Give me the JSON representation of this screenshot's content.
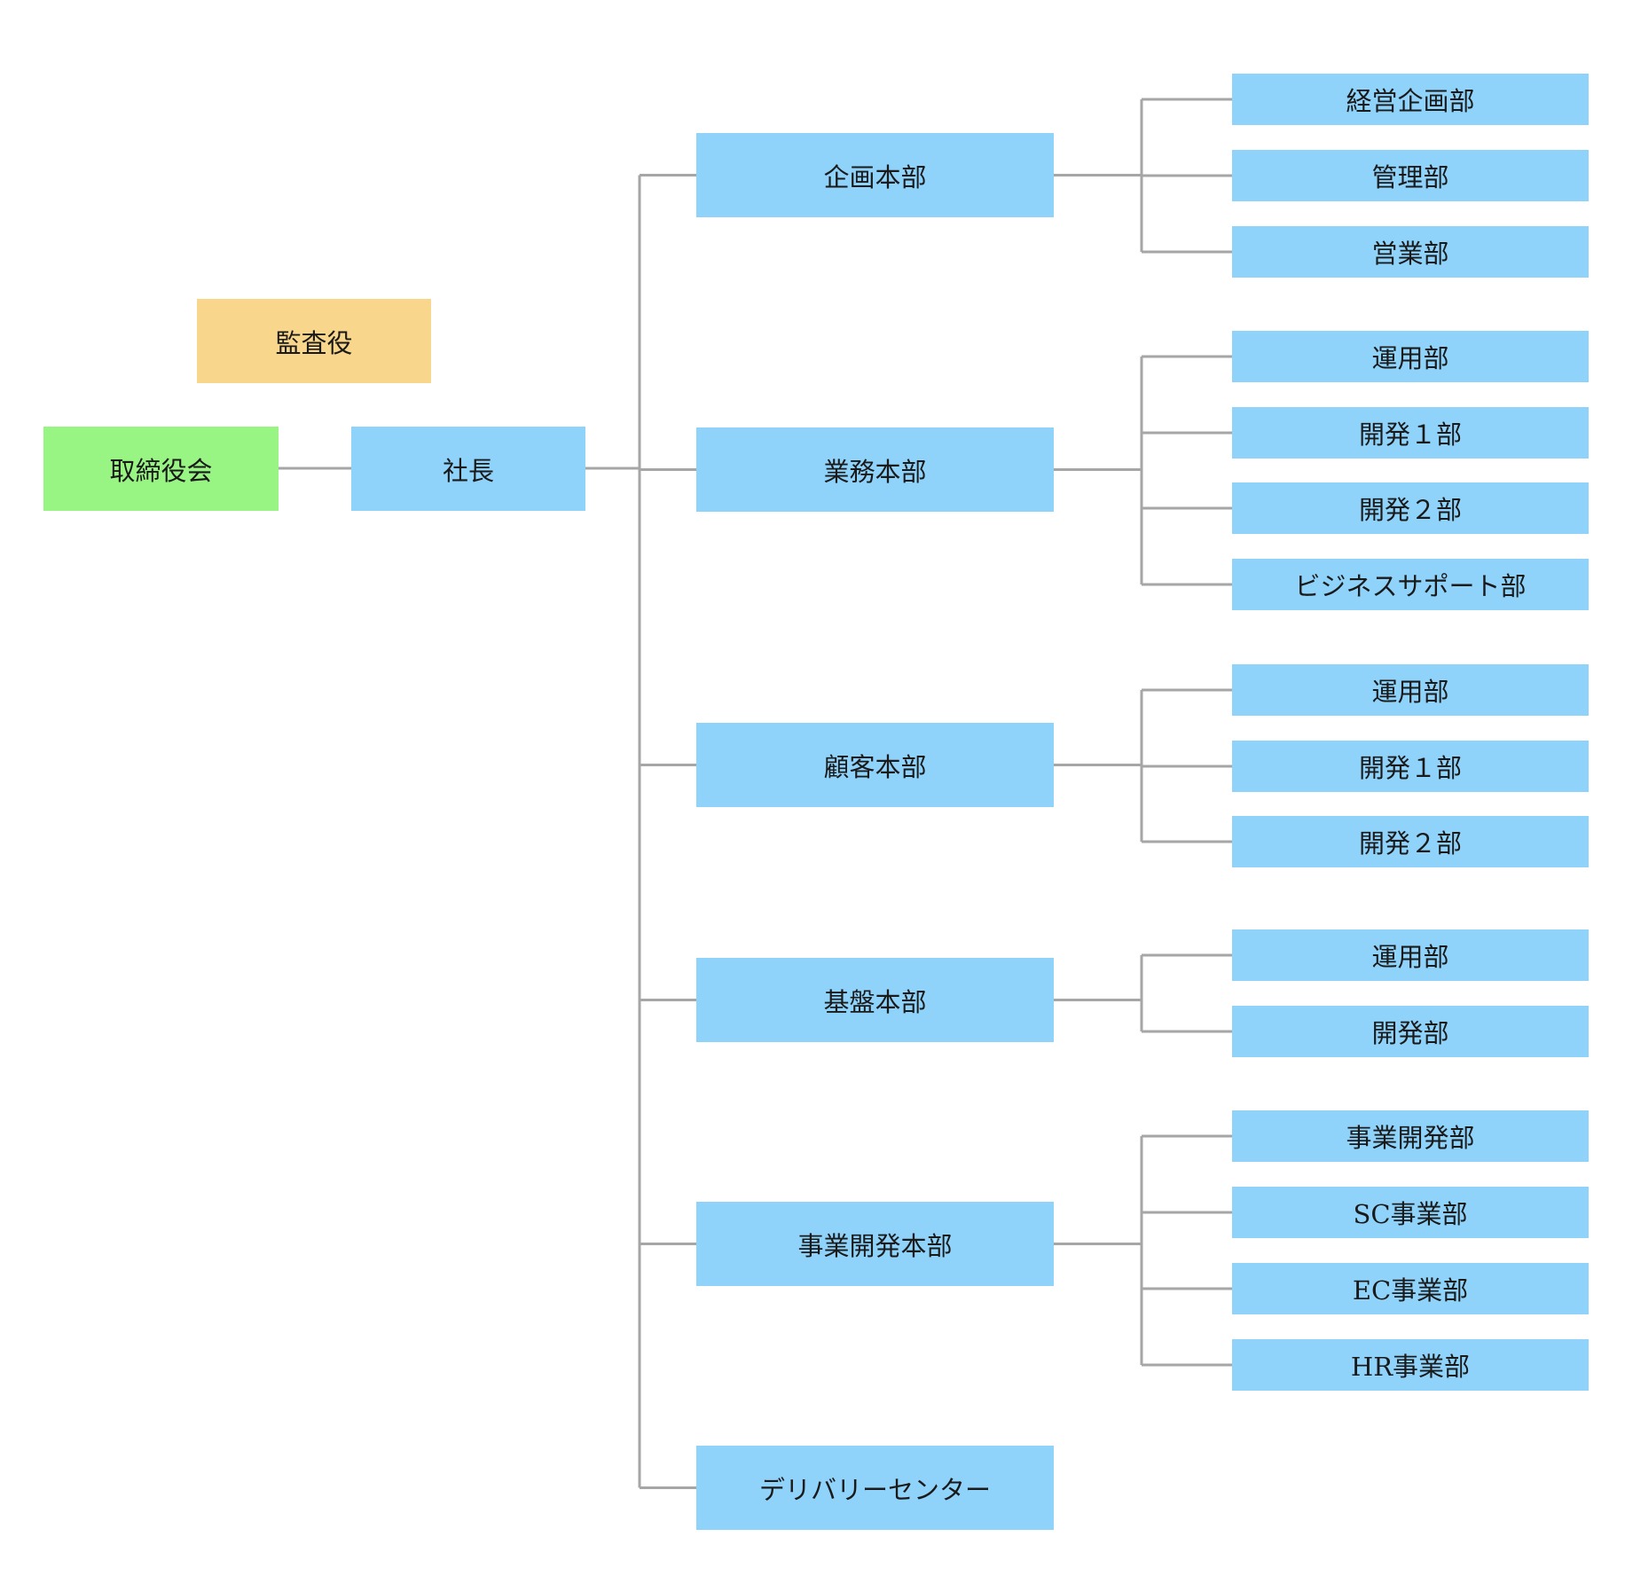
{
  "colors": {
    "node": "#8fd3fb",
    "board": "#98f584",
    "auditor": "#f8d68b",
    "line": "#a6a6a6"
  },
  "nodes": {
    "auditor": "監査役",
    "board": "取締役会",
    "president": "社長",
    "divisions": [
      {
        "label": "企画本部",
        "departments": [
          "経営企画部",
          "管理部",
          "営業部"
        ]
      },
      {
        "label": "業務本部",
        "departments": [
          "運用部",
          "開発１部",
          "開発２部",
          "ビジネスサポート部"
        ]
      },
      {
        "label": "顧客本部",
        "departments": [
          "運用部",
          "開発１部",
          "開発２部"
        ]
      },
      {
        "label": "基盤本部",
        "departments": [
          "運用部",
          "開発部"
        ]
      },
      {
        "label": "事業開発本部",
        "departments": [
          "事業開発部",
          "SC事業部",
          "EC事業部",
          "HR事業部"
        ]
      },
      {
        "label": "デリバリーセンター",
        "departments": []
      }
    ]
  }
}
